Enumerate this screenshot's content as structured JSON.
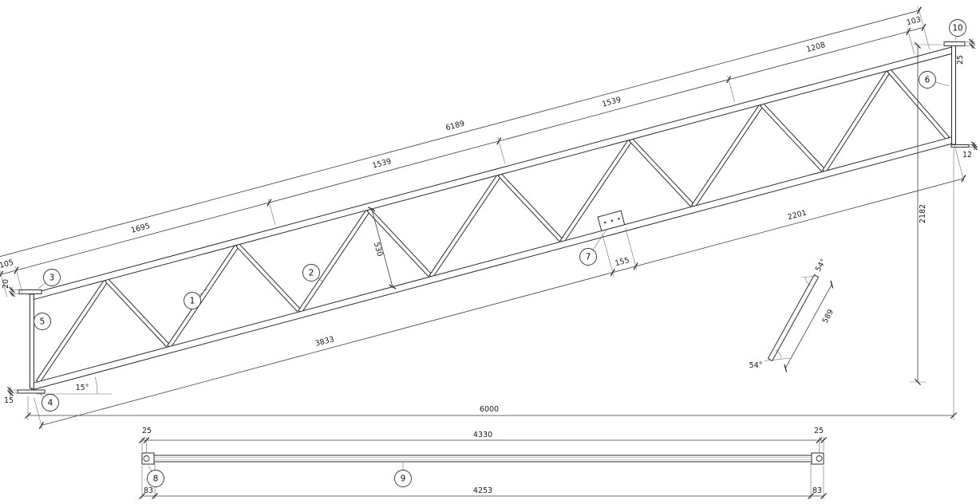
{
  "drawing": {
    "balloons": [
      "1",
      "2",
      "3",
      "4",
      "5",
      "6",
      "7",
      "8",
      "9",
      "10"
    ],
    "dims": {
      "top_chain": [
        "105",
        "1695",
        "1539",
        "1539",
        "1208",
        "103"
      ],
      "overall_sloped": "6189",
      "bottom_chain": [
        "3833",
        "155",
        "2201"
      ],
      "depth": "530",
      "right_height": "2182",
      "span": "6000",
      "left_top_plate": "20",
      "left_base_plate": "15",
      "slope_angle": "15°",
      "right_top_plate": "25",
      "right_bottom_plate": "12"
    },
    "strut_detail": {
      "angle_top": "54°",
      "length": "589",
      "angle_bottom": "54°"
    },
    "tube_detail": {
      "top_chain": [
        "25",
        "4330",
        "25"
      ],
      "bottom_chain": [
        "83",
        "4253",
        "83"
      ]
    }
  }
}
